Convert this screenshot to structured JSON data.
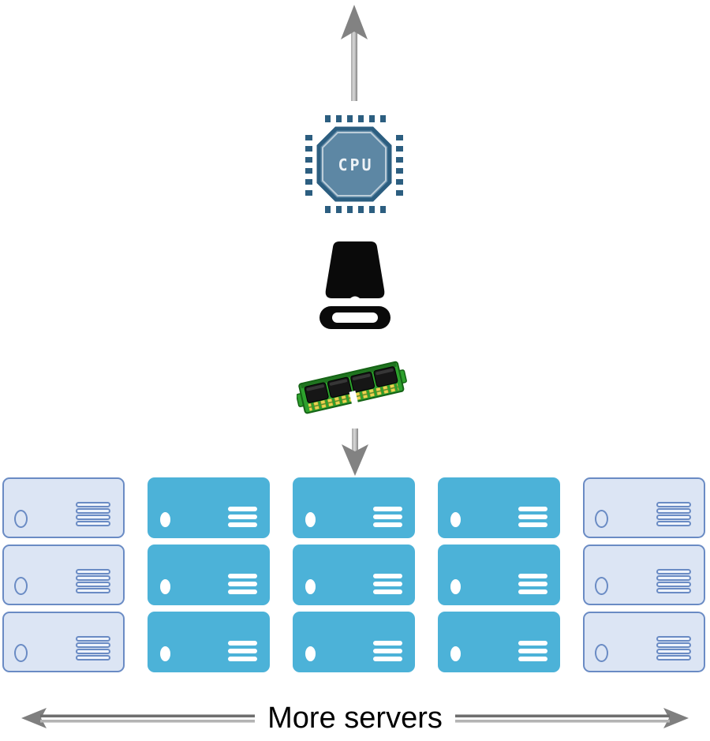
{
  "diagram": {
    "cpu_label": "CPU",
    "bottom_label": "More servers"
  },
  "icons": {
    "up_arrow": "up-arrow-icon",
    "cpu": "cpu-icon",
    "storage_disk": "storage-disk-icon",
    "memory_ram": "memory-ram-icon",
    "down_arrow": "down-arrow-icon",
    "server": "server-icon",
    "left_arrow": "left-arrow-icon",
    "right_arrow": "right-arrow-icon"
  },
  "servers": {
    "rows": 3,
    "columns": [
      {
        "variant": "faded"
      },
      {
        "variant": "solid"
      },
      {
        "variant": "solid"
      },
      {
        "variant": "solid"
      },
      {
        "variant": "faded"
      }
    ]
  },
  "colors": {
    "server_solid": "#4cb2d8",
    "server_faded_fill": "#dce5f4",
    "server_faded_border": "#6a8bc4",
    "cpu_body": "#5d87a4",
    "cpu_border": "#2c5e80",
    "arrow_gray": "#828282",
    "arrow_gray_dark": "#6e6e6e",
    "arrow_gray_light": "#b4b4b4",
    "ram_green": "#2da12d",
    "ram_green_dark": "#156315",
    "ram_gold": "#ead34f",
    "chip_black": "#161616",
    "disk_black": "#0a0a0a",
    "label_text": "#000000"
  }
}
